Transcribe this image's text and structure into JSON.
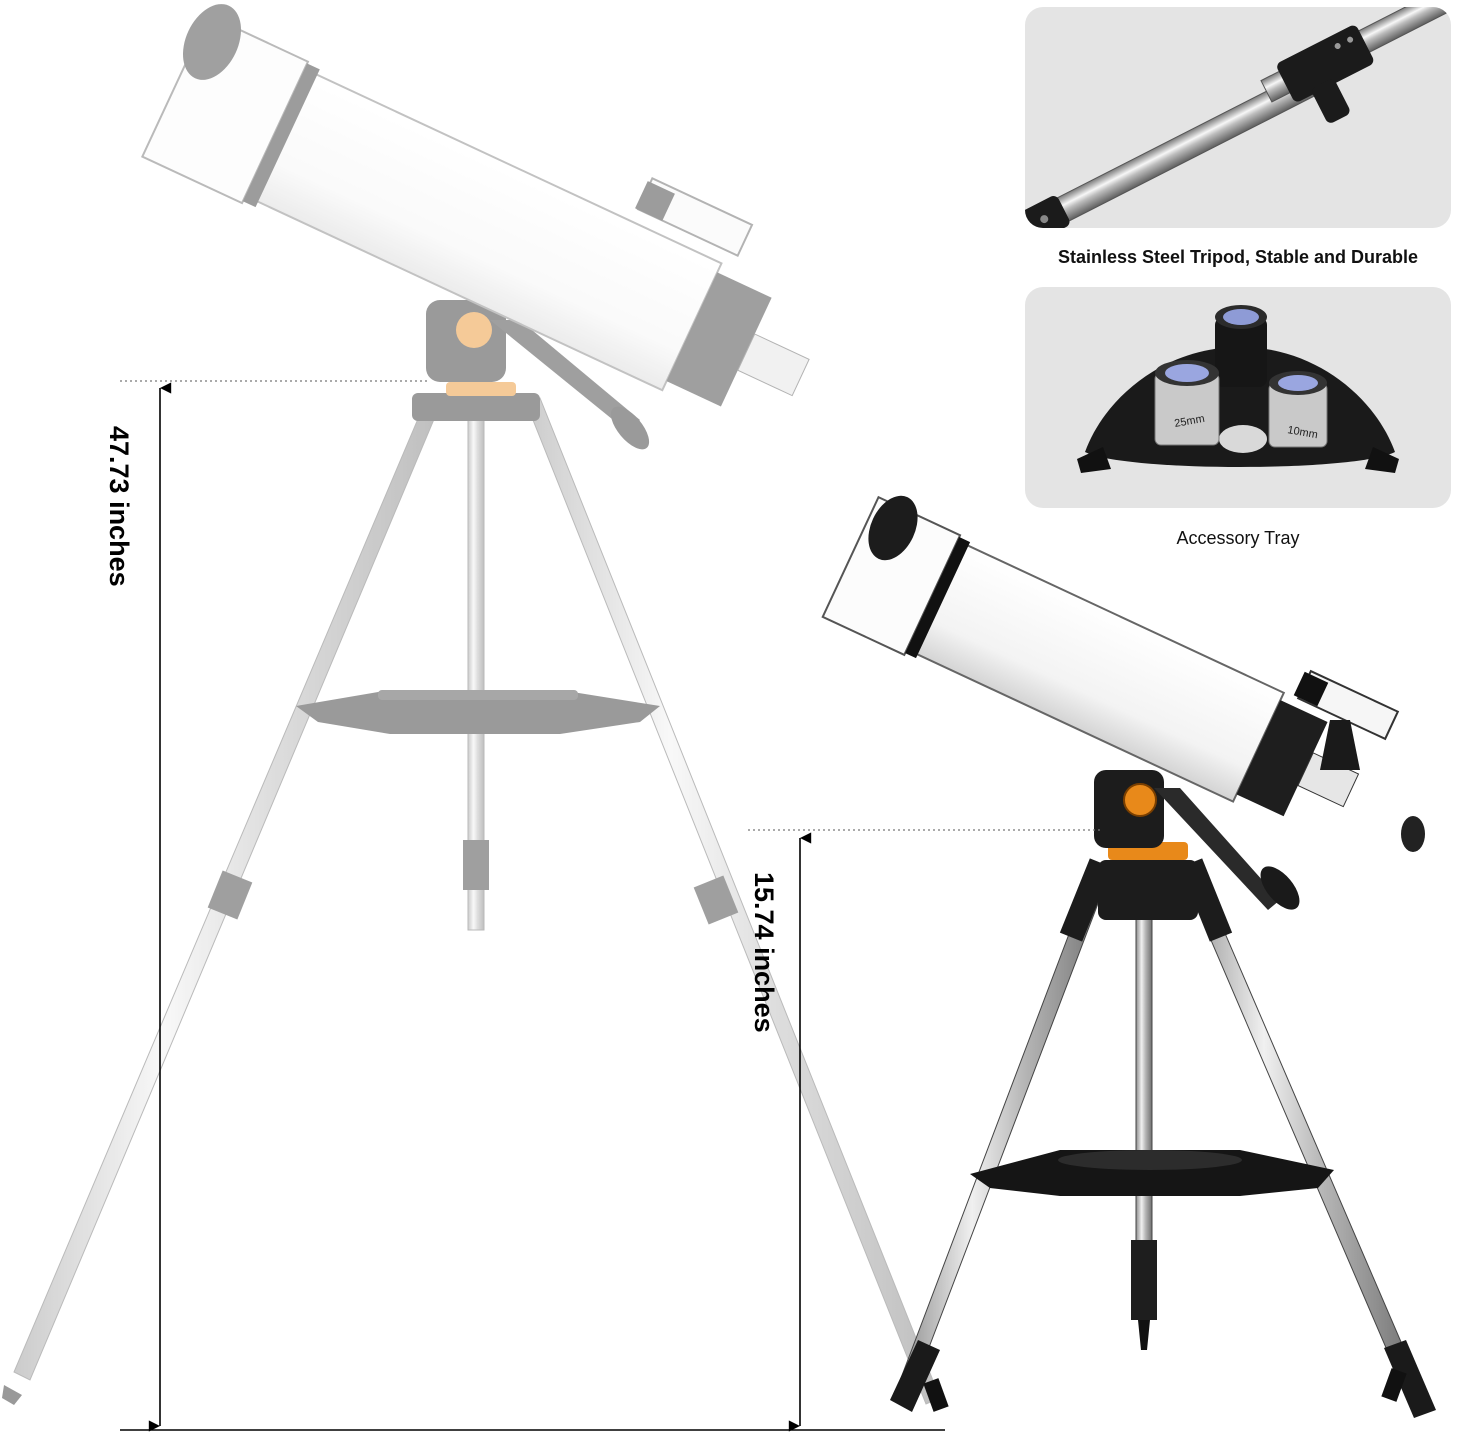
{
  "dimensions": {
    "total_height": "47.73 inches",
    "tripod_height": "15.74 inches"
  },
  "insets": {
    "tripod_caption": "Stainless Steel Tripod, Stable and Durable",
    "tray_caption": "Accessory Tray",
    "eyepiece_left": "25mm",
    "eyepiece_right": "10mm"
  },
  "colors": {
    "tube": "#ffffff",
    "accent": "#e8891a",
    "metal": "#b9b9b9",
    "dark": "#1b1b1b",
    "inset_bg": "#e4e4e4"
  }
}
